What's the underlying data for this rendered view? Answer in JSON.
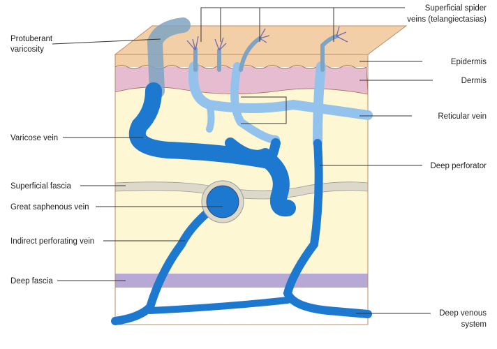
{
  "labels": {
    "protuberant_varicosity": [
      "Protuberant",
      "varicosity"
    ],
    "varicose_vein": "Varicose vein",
    "superficial_fascia": "Superficial fascia",
    "great_saphenous_vein": "Great saphenous vein",
    "indirect_perforating_vein": "Indirect perforating vein",
    "deep_fascia": "Deep fascia",
    "spider_veins": [
      "Superficial spider",
      "veins (telangiectasias)"
    ],
    "epidermis": "Epidermis",
    "dermis": "Dermis",
    "reticular_vein": "Reticular vein",
    "deep_perforator": "Deep perforator",
    "deep_venous_system": [
      "Deep venous",
      "system"
    ]
  },
  "colors": {
    "epidermis": "#f2cfa7",
    "dermis": "#e5bcd0",
    "subcutis": "#fdf8d3",
    "fascia": "#dcd9c8",
    "deep_fascia": "#b7a9d6",
    "vein_dark": "#1d78d0",
    "vein_light": "#93c2ec",
    "vein_surface": "#7fa3c2"
  }
}
